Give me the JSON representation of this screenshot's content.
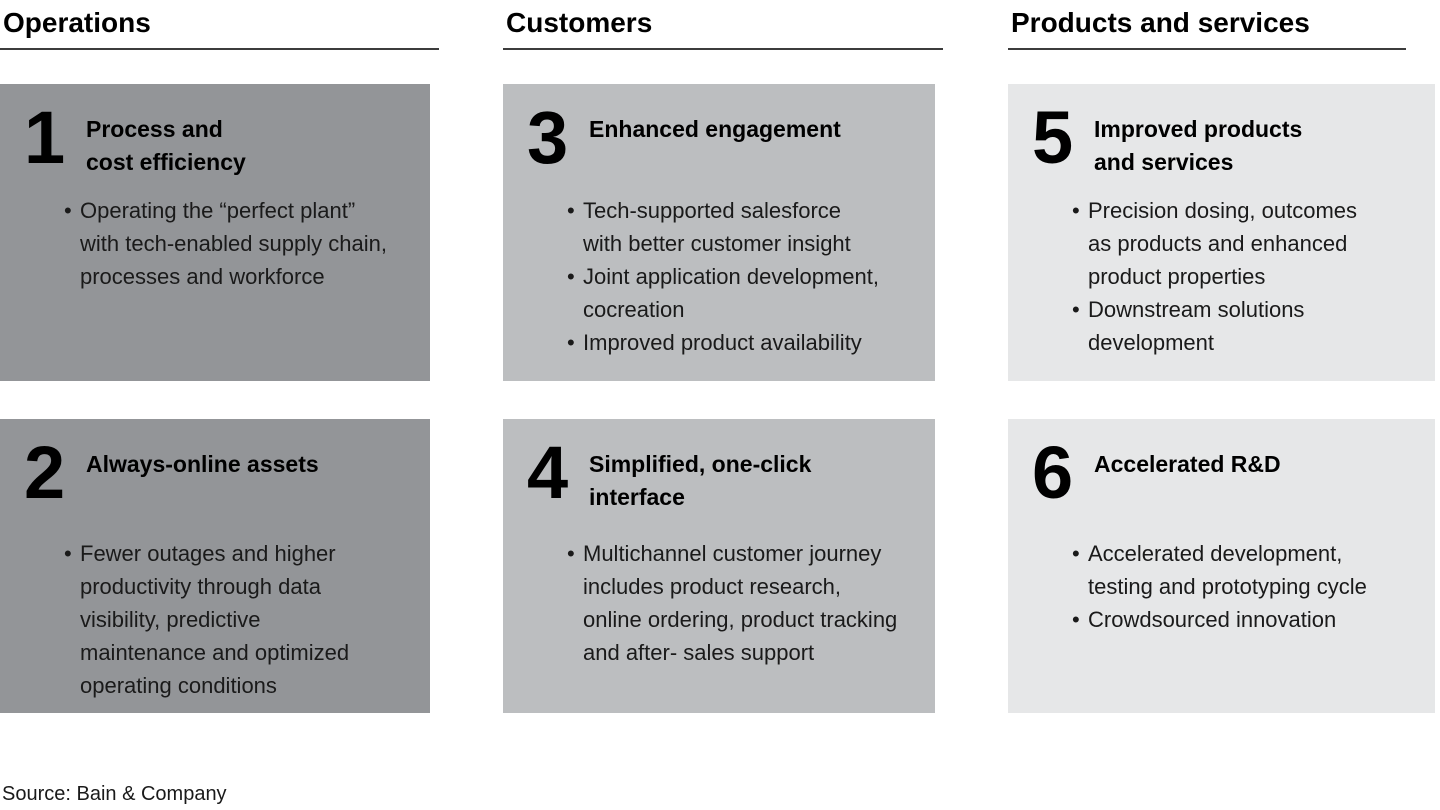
{
  "bullet_glyph": "•",
  "colors": {
    "page_background": "#ffffff",
    "header_rule": "#3c3c3c",
    "text": "#1a1a1a",
    "operations_box": "#939598",
    "customers_box": "#bcbec0",
    "products_box": "#e6e7e8"
  },
  "columns": [
    {
      "header": "Operations",
      "color": "#939598",
      "cards": [
        {
          "number": "1",
          "title": "Process and\ncost efficiency",
          "bullets": [
            "Operating the “perfect plant”\nwith tech-enabled supply chain,\nprocesses and workforce"
          ]
        },
        {
          "number": "2",
          "title": "Always-online assets",
          "bullets": [
            "Fewer outages and higher\nproductivity through data\nvisibility, predictive\nmaintenance and optimized\noperating conditions"
          ]
        }
      ]
    },
    {
      "header": "Customers",
      "color": "#bcbec0",
      "cards": [
        {
          "number": "3",
          "title": "Enhanced engagement",
          "bullets": [
            "Tech-supported salesforce\nwith better customer insight",
            "Joint application development,\ncocreation",
            "Improved product availability"
          ]
        },
        {
          "number": "4",
          "title": "Simplified, one-click\ninterface",
          "bullets": [
            "Multichannel customer journey\nincludes product research,\nonline ordering, product tracking\nand after- sales support"
          ]
        }
      ]
    },
    {
      "header": "Products and services",
      "color": "#e6e7e8",
      "cards": [
        {
          "number": "5",
          "title": "Improved products\nand services",
          "bullets": [
            "Precision dosing, outcomes\nas products and enhanced\nproduct properties",
            "Downstream solutions\ndevelopment"
          ]
        },
        {
          "number": "6",
          "title": "Accelerated R&D",
          "bullets": [
            "Accelerated development,\ntesting and prototyping cycle",
            "Crowdsourced innovation"
          ]
        }
      ]
    }
  ],
  "footer": {
    "source": "Source: Bain & Company"
  }
}
